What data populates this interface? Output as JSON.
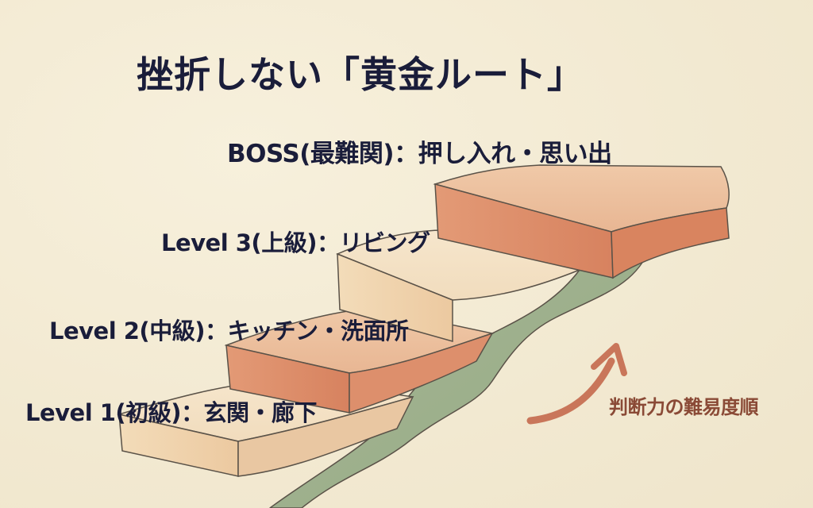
{
  "title": "挫折しない「黄金ルート」",
  "levels": [
    {
      "id": "boss",
      "label": "BOSS(最難関)：押し入れ・思い出"
    },
    {
      "id": "level3",
      "label": "Level 3(上級)：リビング"
    },
    {
      "id": "level2",
      "label": "Level 2(中級)：キッチン・洗面所"
    },
    {
      "id": "level1",
      "label": "Level 1(初級)：玄関・廊下"
    }
  ],
  "arrow_note": "判断力の難易度順",
  "colors": {
    "background": "#f4ecd6",
    "text": "#1a1d3a",
    "step_light": "#f2d9b5",
    "step_dark": "#d98a66",
    "side_green": "#9fb28e",
    "arrow": "#c9765a",
    "note_text": "#8a4a36"
  }
}
